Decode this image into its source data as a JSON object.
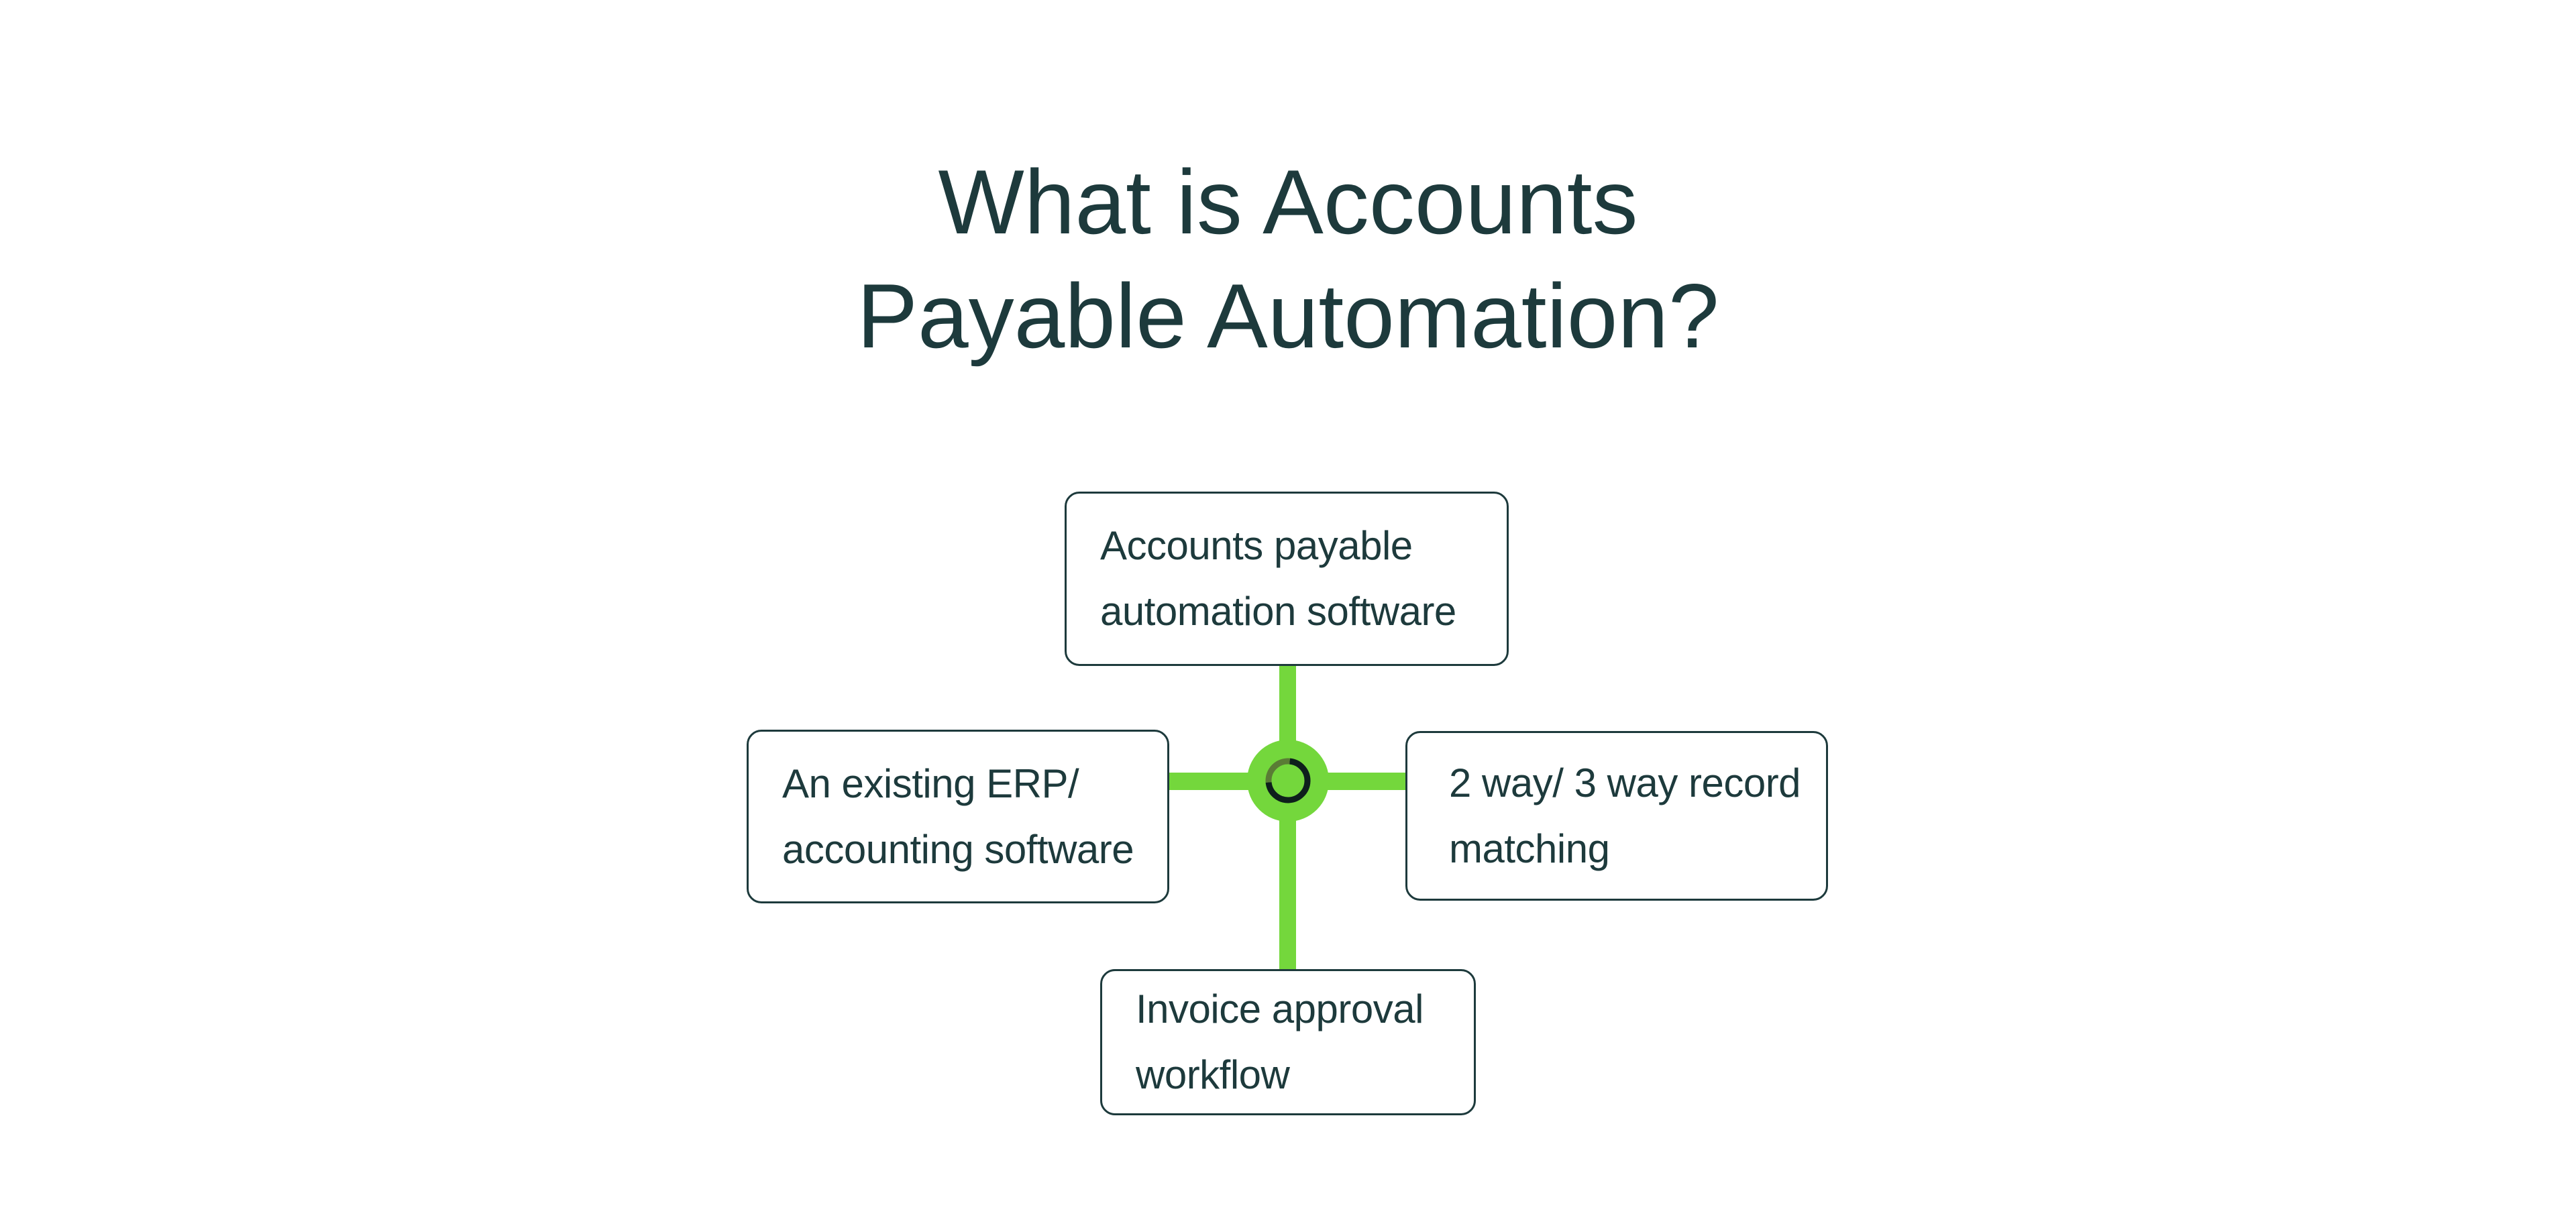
{
  "title": {
    "line1": "What is Accounts",
    "line2": "Payable Automation?"
  },
  "diagram": {
    "colors": {
      "green": "#74d73c",
      "navy": "#1d3a3c",
      "ring_dark": "#0e1f1c",
      "ring_olive": "#5a7c35",
      "box_bg": "#ffffff",
      "page_bg": "#ffffff"
    },
    "nodes": [
      {
        "id": "top",
        "label": "Accounts payable\nautomation software"
      },
      {
        "id": "left",
        "label": "An existing ERP/\naccounting software"
      },
      {
        "id": "right",
        "label": "2 way/ 3 way record\nmatching"
      },
      {
        "id": "bottom",
        "label": "Invoice approval\nworkflow"
      }
    ]
  }
}
